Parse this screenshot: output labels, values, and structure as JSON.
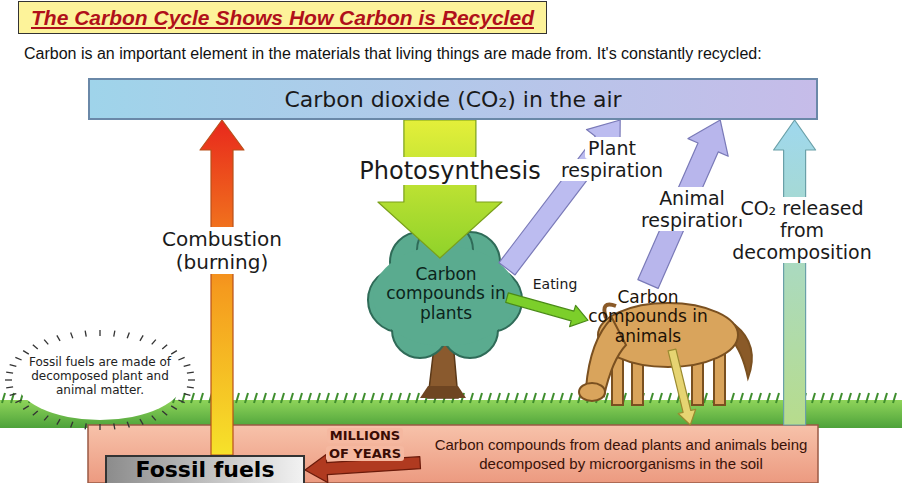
{
  "diagram": {
    "title": "The Carbon Cycle Shows How Carbon is Recycled",
    "nodes": [
      {
        "text": [
          "Carbon dioxide (CO₂) in the air"
        ]
      },
      {
        "text": [
          "Carbon compounds in plants"
        ]
      },
      {
        "text": [
          "Carbon compounds in animals"
        ]
      },
      {
        "text": [
          "Carbon compounds from dead plants and animals being decomposed by microorganisms in the soil"
        ]
      },
      {
        "text": [
          "Fossil fuels"
        ]
      }
    ],
    "edges": [
      {
        "from": 4,
        "to": 0,
        "arrow": "to",
        "label": "Combustion (burning)"
      },
      {
        "from": 0,
        "to": 1,
        "arrow": "to",
        "label": "Photosynthesis"
      },
      {
        "from": 1,
        "to": 0,
        "arrow": "to",
        "label": "Plant respiration"
      },
      {
        "from": 2,
        "to": 0,
        "arrow": "to",
        "label": "Animal respiration"
      },
      {
        "from": 3,
        "to": 0,
        "arrow": "to",
        "label": "CO₂ released from decomposition"
      },
      {
        "from": 1,
        "to": 2,
        "arrow": "to",
        "label": "Eating"
      },
      {
        "from": 2,
        "to": 3,
        "arrow": "to"
      },
      {
        "from": 3,
        "to": 4,
        "arrow": "to",
        "label": "MILLIONS OF YEARS"
      }
    ],
    "labels": [
      "Carbon is an important element in the materials that living things are made from.  It's constantly recycled:",
      "Fossil fuels are made of decomposed plant and animal matter."
    ]
  }
}
